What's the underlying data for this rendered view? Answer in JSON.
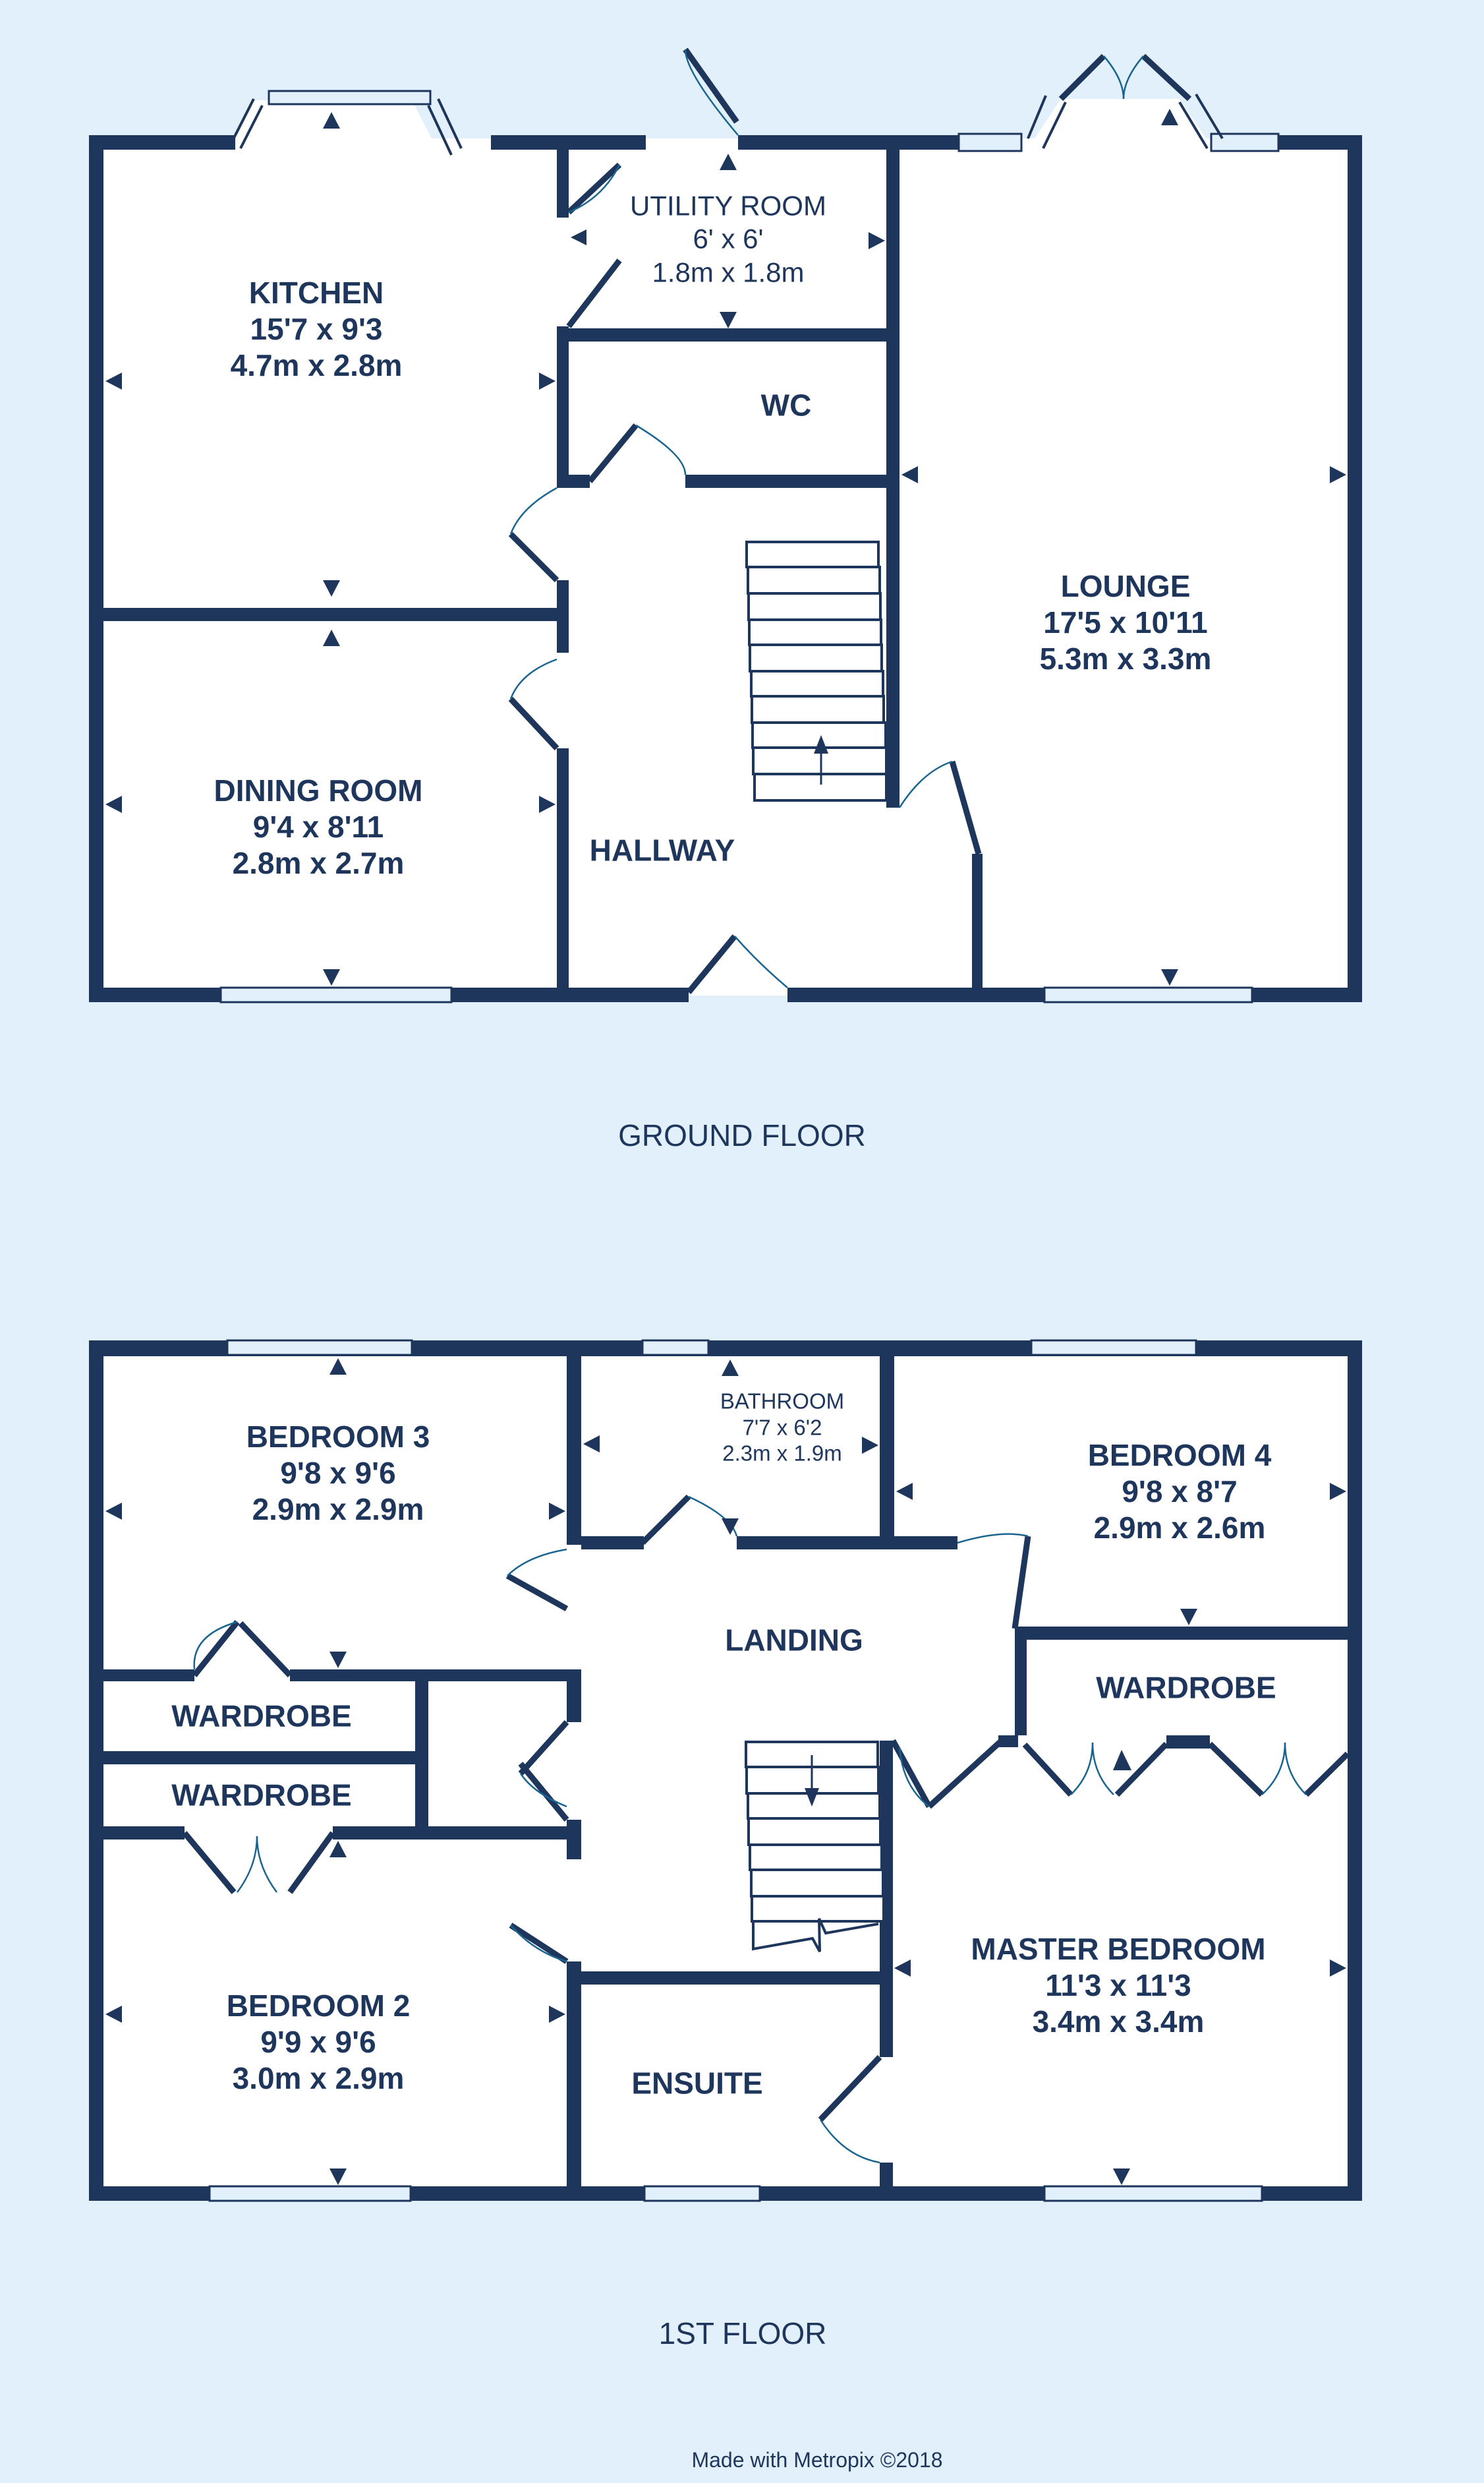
{
  "colors": {
    "background": "#e1f0fb",
    "wall": "#1e355c",
    "room_fill": "#ffffff",
    "door_arc": "#1a6590"
  },
  "ground_floor": {
    "title": "GROUND FLOOR",
    "rooms": {
      "kitchen": {
        "name": "KITCHEN",
        "imperial": "15'7 x 9'3",
        "metric": "4.7m x 2.8m"
      },
      "utility": {
        "name": "UTILITY ROOM",
        "imperial": "6' x 6'",
        "metric": "1.8m x 1.8m"
      },
      "wc": {
        "name": "WC"
      },
      "lounge": {
        "name": "LOUNGE",
        "imperial": "17'5 x 10'11",
        "metric": "5.3m x 3.3m"
      },
      "dining": {
        "name": "DINING ROOM",
        "imperial": "9'4 x 8'11",
        "metric": "2.8m x 2.7m"
      },
      "hallway": {
        "name": "HALLWAY"
      }
    }
  },
  "first_floor": {
    "title": "1ST FLOOR",
    "rooms": {
      "bedroom3": {
        "name": "BEDROOM 3",
        "imperial": "9'8 x 9'6",
        "metric": "2.9m x 2.9m"
      },
      "bathroom": {
        "name": "BATHROOM",
        "imperial": "7'7 x 6'2",
        "metric": "2.3m x 1.9m"
      },
      "bedroom4": {
        "name": "BEDROOM 4",
        "imperial": "9'8 x 8'7",
        "metric": "2.9m x 2.6m"
      },
      "landing": {
        "name": "LANDING"
      },
      "wardrobe1": {
        "name": "WARDROBE"
      },
      "wardrobe2": {
        "name": "WARDROBE"
      },
      "wardrobe3": {
        "name": "WARDROBE"
      },
      "bedroom2": {
        "name": "BEDROOM 2",
        "imperial": "9'9 x 9'6",
        "metric": "3.0m x 2.9m"
      },
      "ensuite": {
        "name": "ENSUITE"
      },
      "master": {
        "name": "MASTER BEDROOM",
        "imperial": "11'3 x 11'3",
        "metric": "3.4m x 3.4m"
      }
    }
  },
  "footer": {
    "credit": "Made with Metropix ©2018"
  }
}
